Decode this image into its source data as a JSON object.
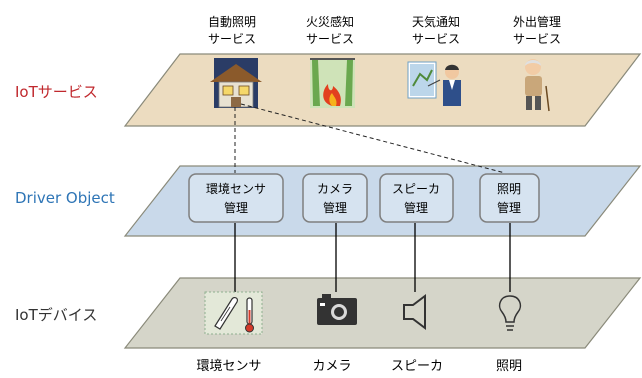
{
  "layers": {
    "iot_service": {
      "label": "IoTサービス",
      "color": "#c0282d"
    },
    "driver_object": {
      "label": "Driver Object",
      "color": "#2e75b6"
    },
    "iot_device": {
      "label": "IoTデバイス",
      "color": "#333333"
    }
  },
  "services": [
    {
      "line1": "自動照明",
      "line2": "サービス",
      "icon": "house-icon"
    },
    {
      "line1": "火災感知",
      "line2": "サービス",
      "icon": "fire-icon"
    },
    {
      "line1": "天気通知",
      "line2": "サービス",
      "icon": "weather-forecaster-icon"
    },
    {
      "line1": "外出管理",
      "line2": "サービス",
      "icon": "elderly-person-icon"
    }
  ],
  "drivers": [
    {
      "line1": "環境センサ",
      "line2": "管理"
    },
    {
      "line1": "カメラ",
      "line2": "管理"
    },
    {
      "line1": "スピーカ",
      "line2": "管理"
    },
    {
      "line1": "照明",
      "line2": "管理"
    }
  ],
  "devices": [
    {
      "label": "環境センサ",
      "icon": "thermometer-icon"
    },
    {
      "label": "カメラ",
      "icon": "camera-icon"
    },
    {
      "label": "スピーカ",
      "icon": "speaker-icon"
    },
    {
      "label": "照明",
      "icon": "light-bulb-icon"
    }
  ],
  "colors": {
    "service_plane": "#ecdcc0",
    "driver_plane": "#c9d9ea",
    "device_plane": "#d5d5c9",
    "box_border": "#7f7f7f"
  }
}
